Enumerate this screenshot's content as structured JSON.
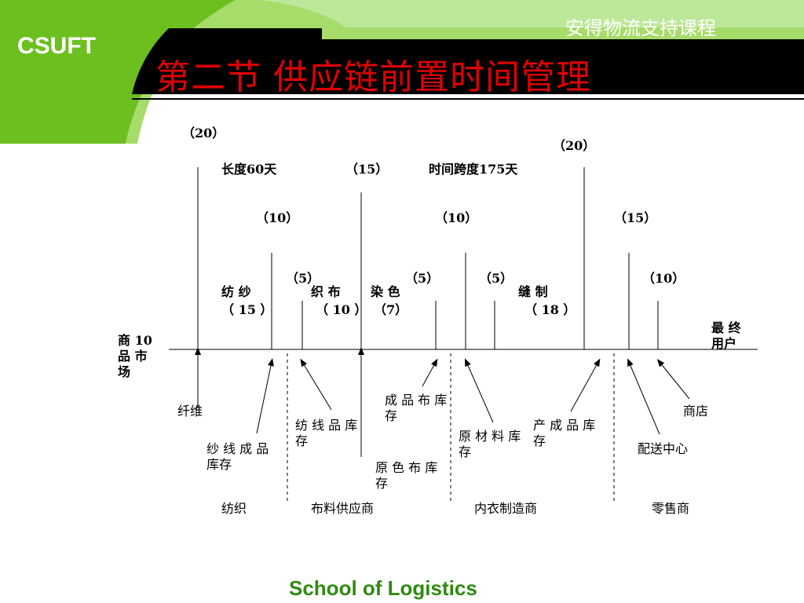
{
  "header": {
    "org": "CSUFT",
    "course": "安得物流支持课程",
    "title": "第二节  供应链前置时间管理"
  },
  "diagram": {
    "summary": {
      "length": "长度60天",
      "span": "时间跨度175天"
    },
    "durations": {
      "fiber_top": "（20）",
      "cut_top": "（20）",
      "fabric_top": "（15）",
      "yarn_stock": "（10）",
      "raw_material": "（10）",
      "finished_goods": "（15）",
      "weave_stock": "（5）",
      "dyed_stock": "（5）",
      "material_stock": "（5）",
      "distribution": "（10）"
    },
    "processes": {
      "spin": "纺   纱",
      "spin_days": "（  15  ）",
      "weave": "织   布",
      "weave_days": "（  10  ）",
      "dye": "染   色",
      "dye_days": "（7）",
      "sew": "缝   制",
      "sew_days": "（  18  ）"
    },
    "ends": {
      "market": "商   10\n品   市\n场",
      "end_user": "最   终\n用户"
    },
    "inventories": {
      "fiber": "纤维",
      "yarn_finished": "纱 线 成 品 库存",
      "yarn_stock": "纺 线 品 库 存",
      "fabric_finished": "成 品 布 库 存",
      "gray_fabric": "原 色 布 库 存",
      "raw_material": "原 材 料 库 存",
      "product_finished": "产 成 品 库 存",
      "distribution_center": "配送中心",
      "store": "商店"
    },
    "stages": [
      "纺织",
      "布料供应商",
      "内衣制造商",
      "零售商"
    ]
  },
  "footer": {
    "school": "School of Logistics"
  },
  "colors": {
    "green": "#6cbf1f",
    "title_red": "#e00000",
    "footer_green": "#2f8a12"
  }
}
